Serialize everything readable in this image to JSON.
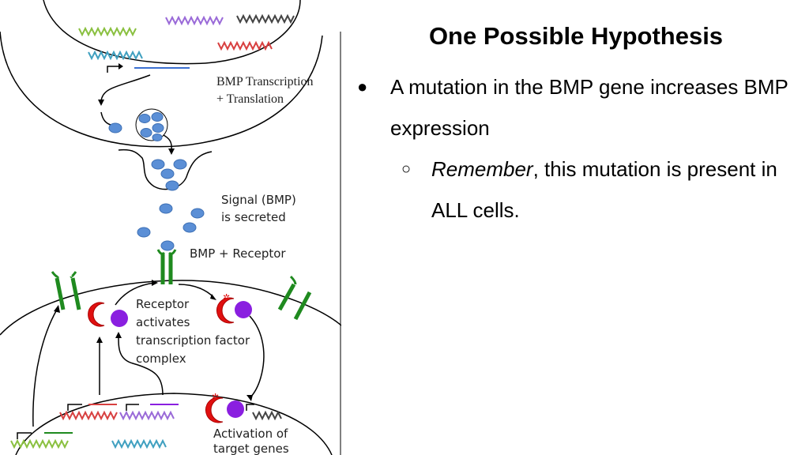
{
  "slide": {
    "title": "One Possible Hypothesis",
    "bullet_1": "A mutation in the BMP gene increases BMP expression",
    "sub_bullet_em": "Remember",
    "sub_bullet_rest": ", this mutation is present in ALL cells."
  },
  "diagram": {
    "label_transcription_1": "BMP Transcription",
    "label_transcription_2": "+ Translation",
    "label_signal_1": "Signal (BMP)",
    "label_signal_2": "is secreted",
    "label_receptor": "BMP + Receptor",
    "label_activates_1": "Receptor",
    "label_activates_2": "activates",
    "label_activates_3": "transcription factor",
    "label_activates_4": "complex",
    "label_activation_1": "Activation of",
    "label_activation_2": "target genes"
  },
  "colors": {
    "bmp_protein": "#5b8fd6",
    "receptor": "#1f8a1f",
    "tf_red": "#e01010",
    "tf_purple": "#8a1fe0",
    "mrna": "#3b6fd0"
  }
}
